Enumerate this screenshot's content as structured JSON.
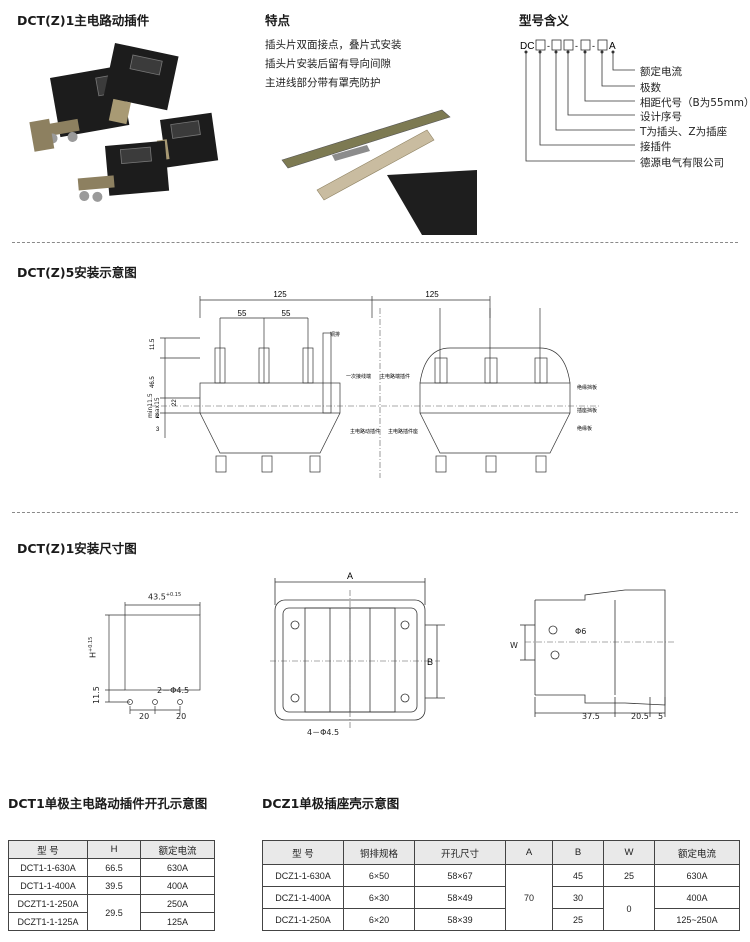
{
  "titles": {
    "main": "DCT(Z)1主电路动插件",
    "features": "特点",
    "model": "型号含义",
    "install": "DCT(Z)5安装示意图",
    "dims": "DCT(Z)1安装尺寸图",
    "table1": "DCT1单极主电路动插件开孔示意图",
    "table2": "DCZ1单极插座壳示意图"
  },
  "features": [
    "插头片双面接点，叠片式安装",
    "插头片安装后留有导向间隙",
    "主进线部分带有罩壳防护"
  ],
  "model": {
    "code": "DC",
    "A": "A",
    "labels": [
      "额定电流",
      "极数",
      "相距代号（B为55mm）",
      "设计序号",
      "T为插头、Z为插座",
      "接插件",
      "德源电气有限公司"
    ]
  },
  "install": {
    "d125a": "125",
    "d125b": "125",
    "d55a": "55",
    "d55b": "55",
    "v115": "11.5",
    "v465": "46.5",
    "v22": "22",
    "v2": "2",
    "v3": "3",
    "vmin": "min11.5\nmax15",
    "lab1": "一次接线端",
    "lab2": "主电路端插件",
    "lab3": "主电路动插件",
    "lab4": "主电路插件座",
    "lab5": "铜排",
    "lab6": "插座挡板",
    "lab7": "绝缘挡板",
    "lab8": "绝缘板"
  },
  "dims": {
    "w435": "43.5",
    "tol1": "+0.15",
    "tol1b": "0",
    "H": "H",
    "tolH": "+0.15",
    "tolHb": "0",
    "v115": "11.5",
    "holes1": "2－Φ4.5",
    "d20a": "20",
    "d20b": "20",
    "A": "A",
    "B": "B",
    "holes2": "4－Φ4.5",
    "phi6": "Φ6",
    "W": "W",
    "d375": "37.5",
    "d205": "20.5",
    "d5": "5"
  },
  "table1": {
    "headers": [
      "型 号",
      "H",
      "额定电流"
    ],
    "rows": [
      {
        "model": "DCT1-1-630A",
        "h": "66.5",
        "cur": "630A"
      },
      {
        "model": "DCT1-1-400A",
        "h": "39.5",
        "cur": "400A"
      },
      {
        "model": "DCZT1-1-250A",
        "h": "29.5",
        "cur": "250A"
      },
      {
        "model": "DCZT1-1-125A",
        "h": "",
        "cur": "125A"
      }
    ]
  },
  "table2": {
    "headers": [
      "型 号",
      "铜排规格",
      "开孔尺寸",
      "A",
      "B",
      "W",
      "额定电流"
    ],
    "A": "70",
    "rows": [
      {
        "model": "DCZ1-1-630A",
        "cu": "6×50",
        "hole": "58×67",
        "b": "45",
        "w": "25",
        "cur": "630A"
      },
      {
        "model": "DCZ1-1-400A",
        "cu": "6×30",
        "hole": "58×49",
        "b": "30",
        "w": "0",
        "cur": "400A"
      },
      {
        "model": "DCZ1-1-250A",
        "cu": "6×20",
        "hole": "58×39",
        "b": "25",
        "w": "",
        "cur": "125~250A"
      }
    ]
  },
  "colors": {
    "connector": "#1c1c1c",
    "metal": "#8d8060",
    "line": "#333333"
  }
}
